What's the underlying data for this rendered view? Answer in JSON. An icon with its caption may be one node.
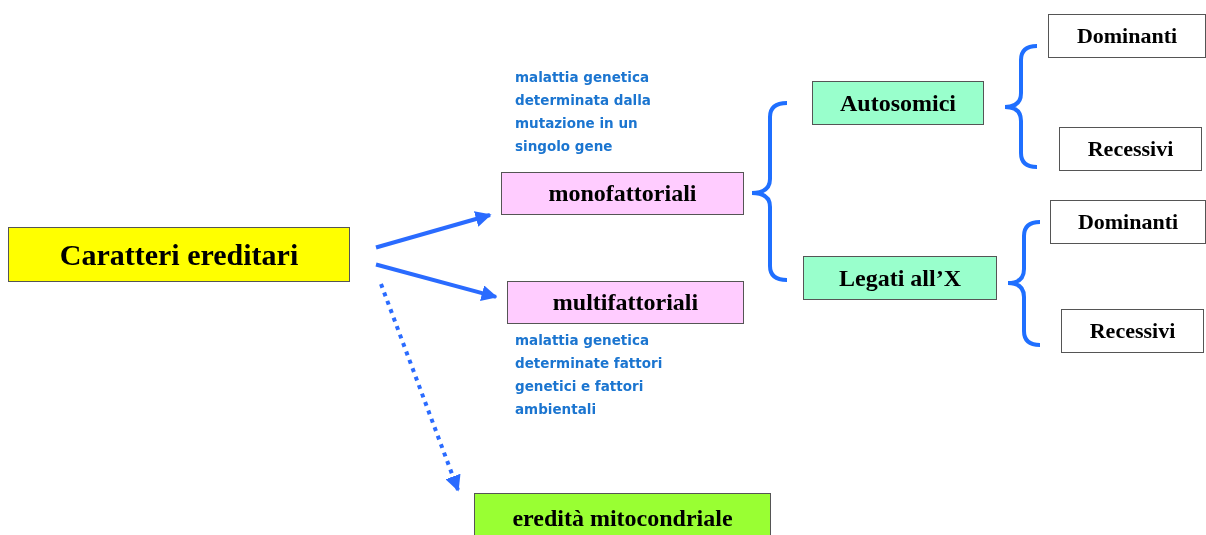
{
  "diagram": {
    "nodes": [
      {
        "text": [
          "Caratteri ereditari"
        ]
      },
      {
        "text": [
          "monofattoriali"
        ],
        "beside": [
          "malattia genetica determinata dalla mutazione in un singolo gene"
        ]
      },
      {
        "text": [
          "multifattoriali"
        ],
        "beside": [
          "malattia genetica determinate fattori genetici e fattori ambientali"
        ]
      },
      {
        "text": [
          "eredità mitocondriale"
        ]
      },
      {
        "text": [
          "Autosomici"
        ]
      },
      {
        "text": [
          "Legati all’X"
        ]
      },
      {
        "text": [
          "Dominanti"
        ]
      },
      {
        "text": [
          "Recessivi"
        ]
      },
      {
        "text": [
          "Dominanti"
        ]
      },
      {
        "text": [
          "Recessivi"
        ]
      }
    ],
    "edges": [
      {
        "from": 0,
        "to": 1,
        "arrow": "to"
      },
      {
        "from": 0,
        "to": 2,
        "arrow": "to"
      },
      {
        "from": 0,
        "to": 3,
        "arrow": "to",
        "style": "dashed"
      }
    ]
  }
}
